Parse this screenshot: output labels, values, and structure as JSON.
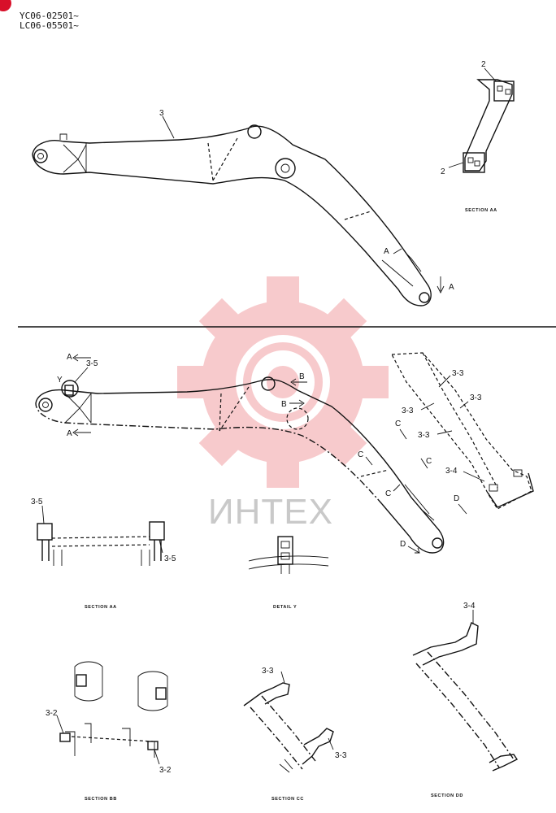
{
  "header": {
    "serial_1": "YC06-02501~",
    "serial_2": "LC06-05501~"
  },
  "watermark": {
    "text": "ИНТЕХ",
    "color": "#f2a0a4"
  },
  "top_boom": {
    "part_label": "3",
    "arrow_label_1": "A",
    "arrow_label_2": "A"
  },
  "section_aa_top": {
    "label_upper": "2",
    "label_lower": "2",
    "caption": "SECTION AA"
  },
  "bottom_boom": {
    "arrow_a_upper": "A",
    "arrow_a_lower": "A",
    "label_3_5": "3-5",
    "label_y": "Y",
    "arrow_b_upper": "B",
    "arrow_b_lower": "B",
    "arrow_c_1": "C",
    "arrow_c_2": "C",
    "arrow_d": "D"
  },
  "plate_detail": {
    "labels": [
      "3-3",
      "3-3",
      "3-3",
      "3-3",
      "3-4"
    ],
    "arrow_c_1": "C",
    "arrow_c_2": "C",
    "arrow_d": "D"
  },
  "section_aa_bottom": {
    "label_left": "3-5",
    "label_right": "3-5",
    "caption": "SECTION AA"
  },
  "detail_y": {
    "caption": "DETAIL Y"
  },
  "section_bb": {
    "label_left": "3-2",
    "label_right": "3-2",
    "caption": "SECTION BB"
  },
  "section_cc": {
    "label_top": "3-3",
    "label_bottom": "3-3",
    "caption": "SECTION CC"
  },
  "section_dd": {
    "label_top": "3-4",
    "caption": "SECTION DD"
  }
}
